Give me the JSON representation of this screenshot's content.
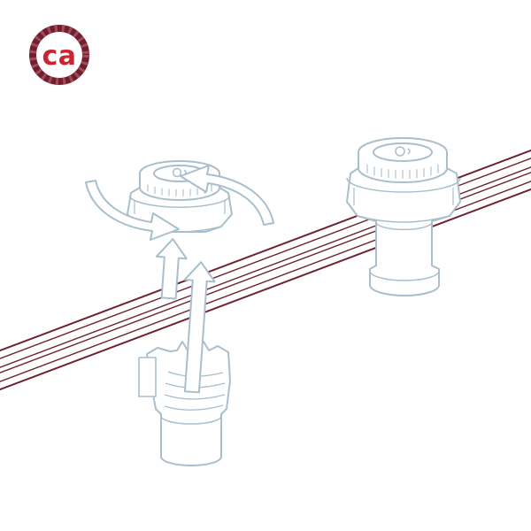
{
  "page": {
    "background": "#ffffff"
  },
  "logo": {
    "text": "ca",
    "text_color": "#cc2433",
    "ring_color": "#6e2031",
    "ring_stripe_color": "#a34a54",
    "background": "#ffffff"
  },
  "illustration": {
    "outline_color": "#a9bfcb",
    "cable_color": "#6f2230",
    "arrow_fill": "#ffffff",
    "parts": {
      "cable": "flat-twin-cable",
      "left_cap": "socket-ring-nut-exploded",
      "rotation_arrows": "twist-direction-arrows",
      "up_arrows": "insert-direction-arrows",
      "left_body": "socket-body-cutaway",
      "right_socket": "assembled-lamp-holder"
    }
  }
}
